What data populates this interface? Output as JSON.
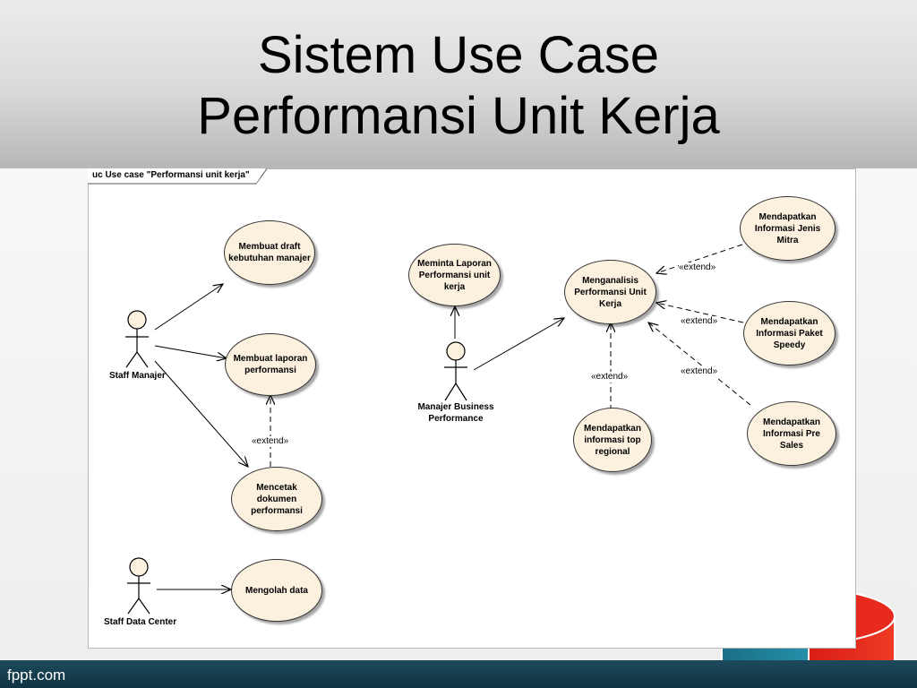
{
  "slide": {
    "title_line1": "Sistem Use Case",
    "title_line2": "Performansi Unit Kerja",
    "footer": "fppt.com"
  },
  "diagram": {
    "frame_label": "uc Use case \"Performansi unit kerja\"",
    "actors": {
      "staff_manajer": "Staff Manajer",
      "staff_data_center": "Staff Data Center",
      "manajer_bp_line1": "Manajer Business",
      "manajer_bp_line2": "Performance"
    },
    "use_cases": {
      "membuat_draft": "Membuat draft kebutuhan manajer",
      "membuat_laporan": "Membuat laporan performansi",
      "mencetak_dokumen": "Mencetak dokumen performansi",
      "mengolah_data": "Mengolah data",
      "meminta_laporan": "Meminta Laporan Performansi unit kerja",
      "menganalisis": "Menganalisis Performansi Unit Kerja",
      "jenis_mitra": "Mendapatkan Informasi Jenis Mitra",
      "paket_speedy": "Mendapatkan Informasi Paket Speedy",
      "pre_sales": "Mendapatkan Informasi Pre Sales",
      "top_regional": "Mendapatkan informasi top regional"
    },
    "extend_label": "«extend»"
  },
  "colors": {
    "use_case_fill": "#fcf1df",
    "footer": "#1d4a5c",
    "pie_teal": "#1f7e95",
    "pie_red": "#e0231c"
  }
}
